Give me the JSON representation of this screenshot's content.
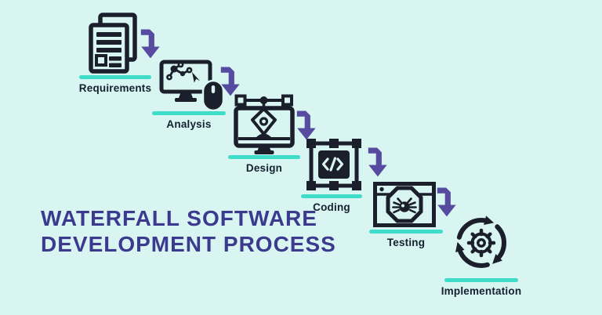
{
  "title": {
    "line1": "WATERFALL SOFTWARE",
    "line2": "DEVELOPMENT PROCESS"
  },
  "steps": [
    {
      "label": "Requirements",
      "icon": "documents-icon"
    },
    {
      "label": "Analysis",
      "icon": "monitor-network-mouse-icon"
    },
    {
      "label": "Design",
      "icon": "monitor-pen-tool-icon"
    },
    {
      "label": "Coding",
      "icon": "code-selection-box-icon"
    },
    {
      "label": "Testing",
      "icon": "browser-bug-octagon-icon"
    },
    {
      "label": "Implementation",
      "icon": "gear-cycle-icon"
    }
  ],
  "arrow": {
    "icon": "bent-down-arrow-icon",
    "count": 5
  },
  "colors": {
    "background": "#d9f5f1",
    "accent_teal": "#3eddc9",
    "arrow_purple": "#564ba0",
    "icon_ink": "#1a1f2b",
    "title_color": "#3b3a8e",
    "label_color": "#132130"
  }
}
